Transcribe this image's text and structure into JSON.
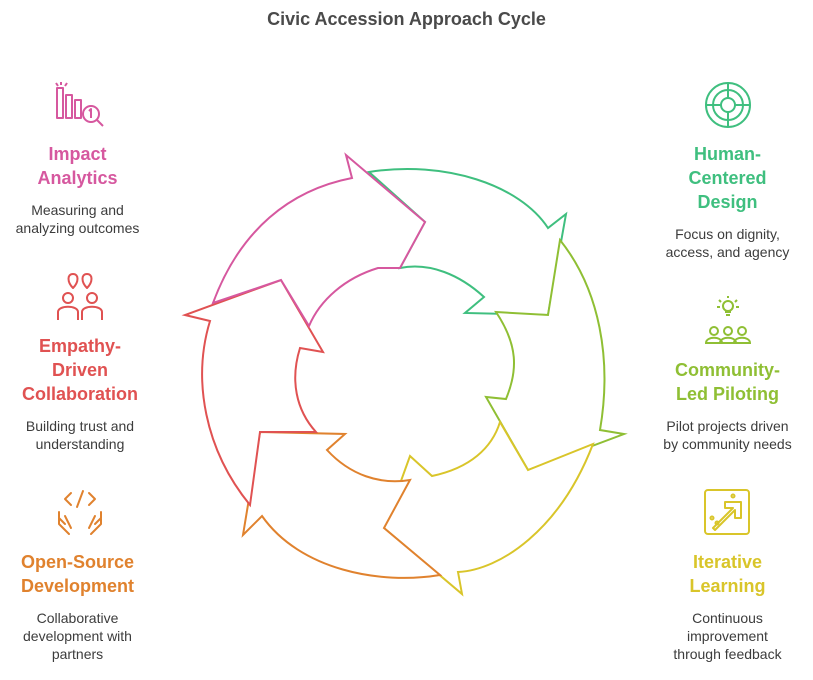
{
  "title": "Civic Accession Approach Cycle",
  "colors": {
    "pink": "#d6589f",
    "red": "#e05252",
    "orange": "#e0822e",
    "yellow": "#d9c52a",
    "lime": "#8fbf34",
    "green": "#3fbf7f"
  },
  "steps": [
    {
      "key": "human_centered_design",
      "icon": "target-icon",
      "heading": "Human-\nCentered\nDesign",
      "description": "Focus on dignity,\naccess, and agency"
    },
    {
      "key": "community_led_piloting",
      "icon": "community-lightbulb-icon",
      "heading": "Community-\nLed Piloting",
      "description": "Pilot projects driven\nby community needs"
    },
    {
      "key": "iterative_learning",
      "icon": "cursor-arrow-icon",
      "heading": "Iterative\nLearning",
      "description": "Continuous\nimprovement\nthrough feedback"
    },
    {
      "key": "open_source_development",
      "icon": "code-hands-icon",
      "heading": "Open-Source\nDevelopment",
      "description": "Collaborative\ndevelopment with\npartners"
    },
    {
      "key": "empathy_driven_collaboration",
      "icon": "people-heart-icon",
      "heading": "Empathy-\nDriven\nCollaboration",
      "description": "Building trust and\nunderstanding"
    },
    {
      "key": "impact_analytics",
      "icon": "chart-magnifier-icon",
      "heading": "Impact\nAnalytics",
      "description": "Measuring and\nanalyzing outcomes"
    }
  ]
}
